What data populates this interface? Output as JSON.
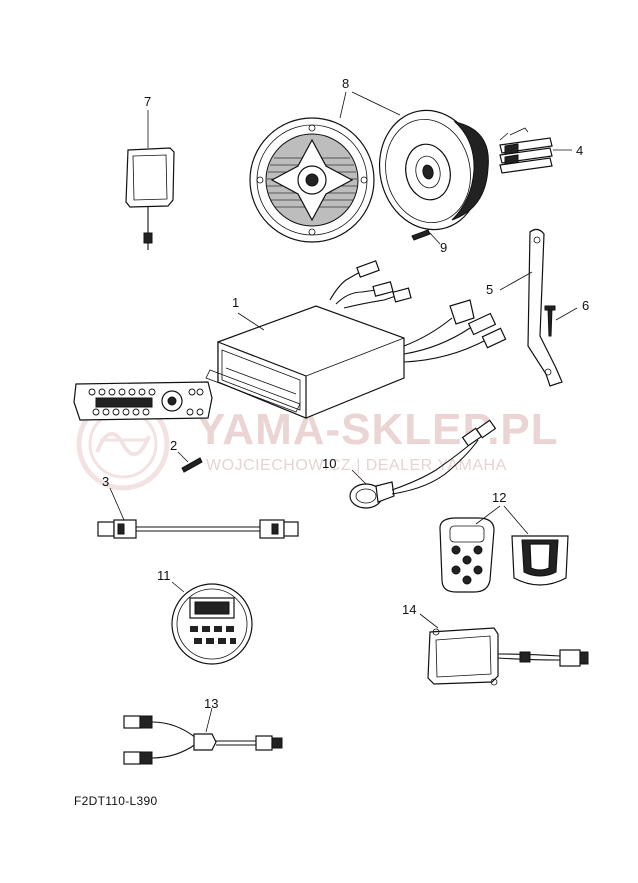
{
  "watermark": {
    "title": "YAMA-SKLEP.PL",
    "subtitle": "WOJCIECHOWICZ | DEALER YAMAHA",
    "color": "#e8cccc"
  },
  "callouts": {
    "c1": "1",
    "c2": "2",
    "c3": "3",
    "c4": "4",
    "c5": "5",
    "c6": "6",
    "c7": "7",
    "c8": "8",
    "c9": "9",
    "c10": "10",
    "c11": "11",
    "c12": "12",
    "c13": "13",
    "c14": "14"
  },
  "drawing_code": "F2DT110-L390"
}
